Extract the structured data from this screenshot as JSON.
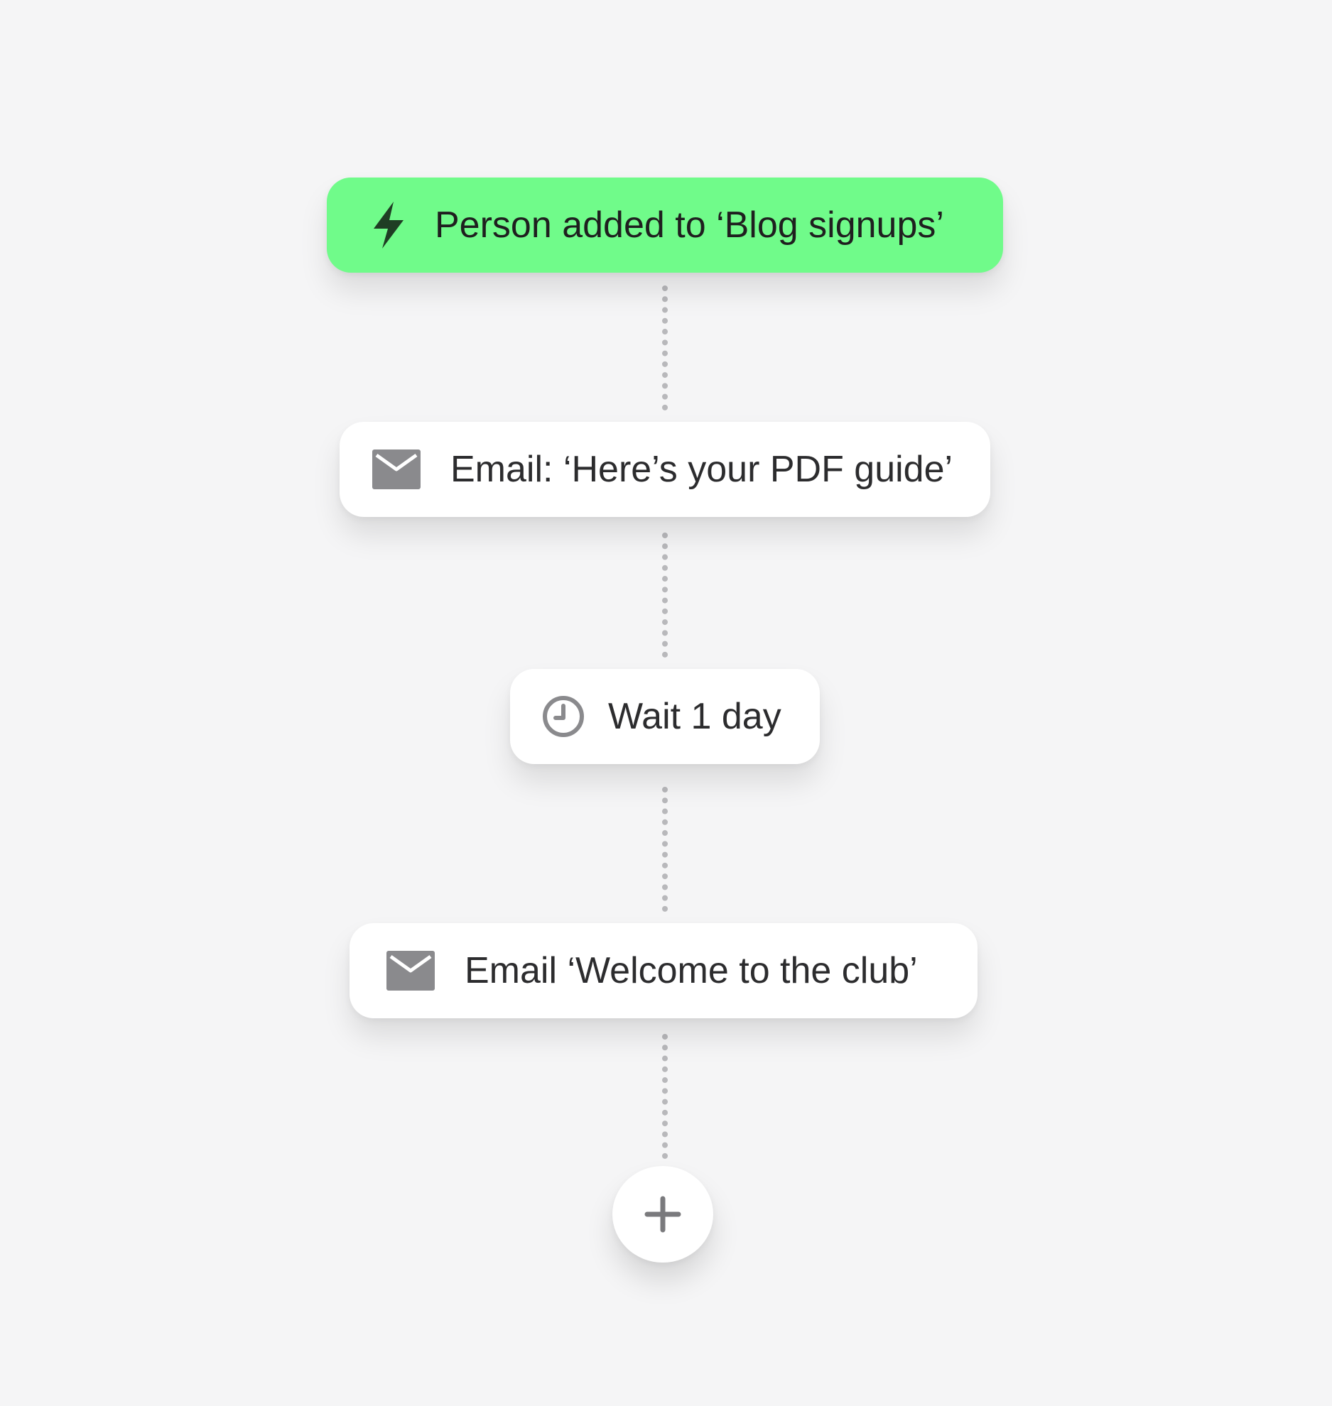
{
  "workflow": {
    "trigger": {
      "label": "Person added to ‘Blog signups’",
      "icon": "lightning-icon",
      "color": "#70fb8a"
    },
    "steps": [
      {
        "label": "Email: ‘Here’s your PDF guide’",
        "icon": "mail-icon"
      },
      {
        "label": "Wait 1 day",
        "icon": "clock-icon"
      },
      {
        "label": "Email ‘Welcome to the club’",
        "icon": "mail-icon"
      }
    ],
    "add_step": {
      "icon": "plus-icon"
    }
  },
  "colors": {
    "background": "#f5f5f6",
    "card": "#ffffff",
    "icon_gray": "#8a8a8d",
    "connector": "#b8b8bb"
  }
}
